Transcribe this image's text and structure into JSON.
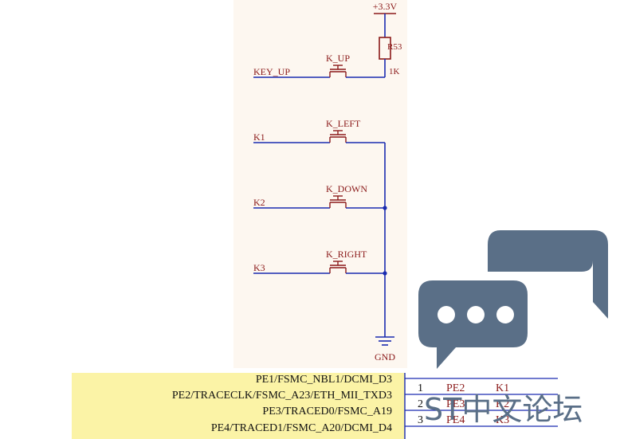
{
  "schematic": {
    "power_label": "+3.3V",
    "resistor": {
      "ref": "R53",
      "value": "1K"
    },
    "ground_label": "GND",
    "nets": [
      {
        "net": "KEY_UP",
        "switch": "K_UP"
      },
      {
        "net": "K1",
        "switch": "K_LEFT"
      },
      {
        "net": "K2",
        "switch": "K_DOWN"
      },
      {
        "net": "K3",
        "switch": "K_RIGHT"
      }
    ]
  },
  "mcu_pins": {
    "left_labels": [
      "PE1/FSMC_NBL1/DCMI_D3",
      "PE2/TRACECLK/FSMC_A23/ETH_MII_TXD3",
      "PE3/TRACED0/FSMC_A19",
      "PE4/TRACED1/FSMC_A20/DCMI_D4"
    ],
    "rows": [
      {
        "num": "1",
        "pin": "PE2",
        "net": "K1"
      },
      {
        "num": "2",
        "pin": "PE3",
        "net": "K2"
      },
      {
        "num": "3",
        "pin": "PE4",
        "net": "K3"
      }
    ]
  },
  "watermark": {
    "text": "ST中文论坛",
    "icon": "chat-bubbles-icon",
    "color": "#5a6f87"
  },
  "colors": {
    "wire": "#1a2bb0",
    "label": "#8b1a1a",
    "panel_bg": "#fdf7f0",
    "mcu_bg": "#fbf3a6"
  }
}
